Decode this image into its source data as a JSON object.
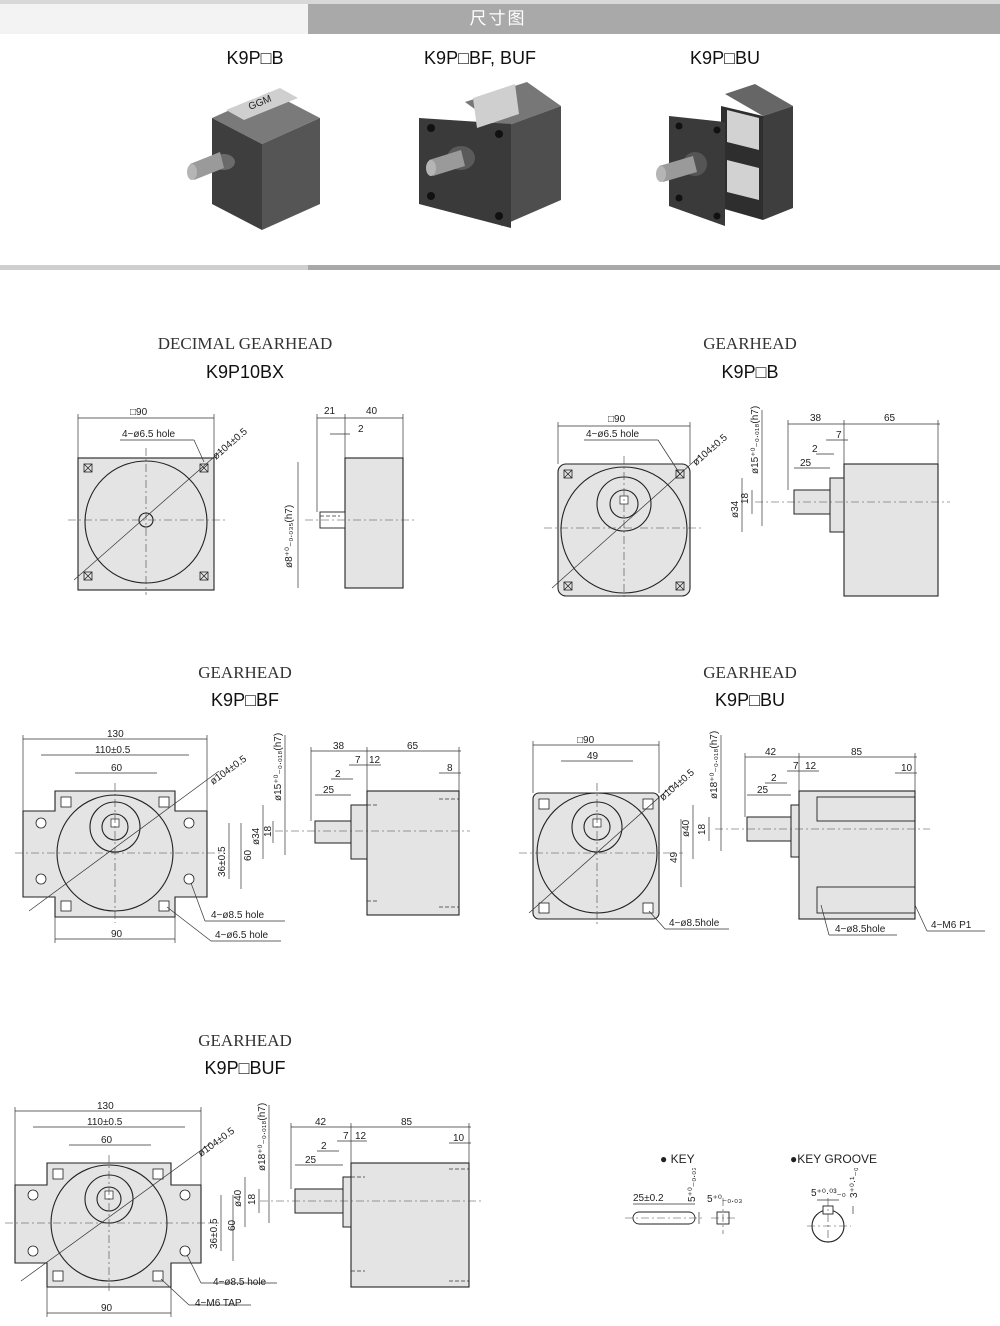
{
  "header": {
    "title": "尺寸图"
  },
  "photos": [
    {
      "label": "K9P□B",
      "brand": "GGM"
    },
    {
      "label": "K9P□BF, BUF"
    },
    {
      "label": "K9P□BU"
    }
  ],
  "drawings": {
    "d1": {
      "type": "DECIMAL GEARHEAD",
      "model": "K9P10BX",
      "dims": {
        "square": "□90",
        "hole": "4−ø6.5 hole",
        "pcd": "ø104±0.5",
        "w21": "21",
        "w40": "40",
        "w2": "2",
        "shaft": "ø8⁺⁰₋₀.₀₃₅(h7)"
      }
    },
    "d2": {
      "type": "GEARHEAD",
      "model": "K9P□B",
      "dims": {
        "square": "□90",
        "hole": "4−ø6.5 hole",
        "pcd": "ø104±0.5",
        "w38": "38",
        "w65": "65",
        "w7": "7",
        "w2": "2",
        "w25": "25",
        "shaft": "ø15⁺⁰₋₀.₀₁₈(h7)",
        "d34": "ø34",
        "d18": "18"
      }
    },
    "d3": {
      "type": "GEARHEAD",
      "model": "K9P□BF",
      "dims": {
        "w130": "130",
        "w110": "110±0.5",
        "w60": "60",
        "w90": "90",
        "pcd": "ø104±0.5",
        "h36": "36±0.5",
        "h60": "60",
        "hole1": "4−ø8.5 hole",
        "hole2": "4−ø6.5 hole",
        "shaft": "ø15⁺⁰₋₀.₀₁₈(h7)",
        "d34": "ø34",
        "d18": "18",
        "w38": "38",
        "w65": "65",
        "w7": "7",
        "w12": "12",
        "w2": "2",
        "w25": "25",
        "w8": "8"
      }
    },
    "d4": {
      "type": "GEARHEAD",
      "model": "K9P□BU",
      "dims": {
        "square": "□90",
        "w49": "49",
        "pcd": "ø104±0.5",
        "h49": "49",
        "d40": "ø40",
        "d18": "18",
        "shaft": "ø18⁺⁰₋₀.₀₁₈(h7)",
        "w42": "42",
        "w85": "85",
        "w7": "7",
        "w12": "12",
        "w2": "2",
        "w25": "25",
        "w10": "10",
        "hole1": "4−ø8.5hole",
        "hole2": "4−ø8.5hole",
        "tap": "4−M6 P1"
      }
    },
    "d5": {
      "type": "GEARHEAD",
      "model": "K9P□BUF",
      "dims": {
        "w130": "130",
        "w110": "110±0.5",
        "w60": "60",
        "w90": "90",
        "pcd": "ø104±0.5",
        "h36": "36±0.5",
        "h60": "60",
        "d40": "ø40",
        "d18": "18",
        "shaft": "ø18⁺⁰₋₀.₀₁₈(h7)",
        "w42": "42",
        "w85": "85",
        "w7": "7",
        "w12": "12",
        "w2": "2",
        "w25": "25",
        "w10": "10",
        "hole1": "4−ø8.5 hole",
        "tap": "4−M6 TAP"
      }
    }
  },
  "key": {
    "title": "● KEY",
    "len": "25±0.2",
    "h": "5⁺⁰₋₀.₀₃",
    "w": "5⁺⁰₋₀.₀₃"
  },
  "key_groove": {
    "title": "●KEY GROOVE",
    "w": "5⁺⁰·⁰³₋₀",
    "d": "3⁺⁰·¹₋₀"
  }
}
